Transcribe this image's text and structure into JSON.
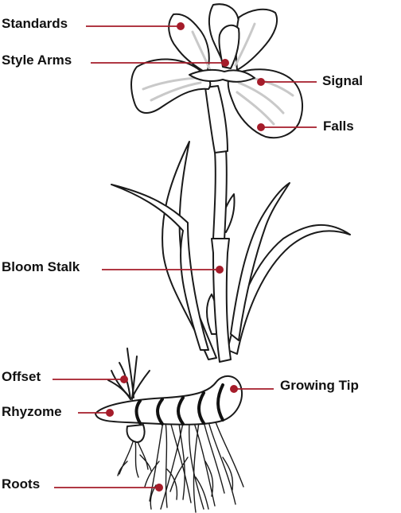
{
  "accent_color": "#a51c2a",
  "labels": {
    "standards": "Standards",
    "style_arms": "Style Arms",
    "signal": "Signal",
    "falls": "Falls",
    "bloom_stalk": "Bloom Stalk",
    "offset": "Offset",
    "growing_tip": "Growing Tip",
    "rhyzome": "Rhyzome",
    "roots": "Roots"
  }
}
